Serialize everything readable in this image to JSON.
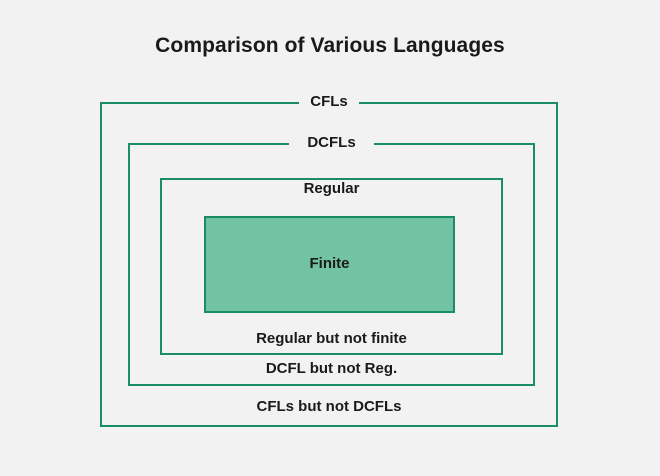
{
  "title": "Comparison of Various Languages",
  "background_color": "#f2f2f2",
  "accent_color": "#1a8c66",
  "fill_color": "#72c2a4",
  "text_color": "#1a1a1a",
  "diagram": {
    "type": "nested-set-venn",
    "sets": [
      {
        "key": "cfls",
        "label": "CFLs",
        "label_style": "border-notch",
        "region_label": "CFLs but not DCFLs",
        "filled": false,
        "level": 0
      },
      {
        "key": "dcfls",
        "label": "DCFLs",
        "label_style": "border-notch",
        "region_label": "DCFL but not Reg.",
        "filled": false,
        "level": 1
      },
      {
        "key": "regular",
        "label": "Regular",
        "label_style": "inside-top",
        "region_label": "Regular but not finite",
        "filled": false,
        "level": 2
      },
      {
        "key": "finite",
        "label": "Finite",
        "label_style": "centered",
        "region_label": "Finite",
        "filled": true,
        "level": 3
      }
    ]
  }
}
